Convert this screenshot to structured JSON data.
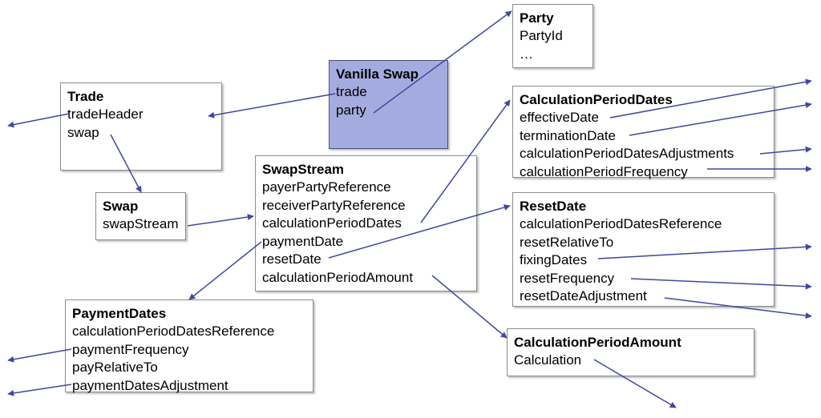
{
  "colors": {
    "arrow": "#3f48a0",
    "highlight_fill": "#a4acdf",
    "box_border": "#8c8c8c"
  },
  "boxes": {
    "party": {
      "title": "Party",
      "fields": [
        "PartyId",
        "…"
      ]
    },
    "vanilla_swap": {
      "title": "Vanilla Swap",
      "fields": [
        "trade",
        "party"
      ]
    },
    "trade": {
      "title": "Trade",
      "fields": [
        "tradeHeader",
        "swap"
      ]
    },
    "swap": {
      "title": "Swap",
      "fields": [
        "swapStream"
      ]
    },
    "swap_stream": {
      "title": "SwapStream",
      "fields": [
        "payerPartyReference",
        "receiverPartyReference",
        "calculationPeriodDates",
        "paymentDate",
        "resetDate",
        "calculationPeriodAmount"
      ]
    },
    "calculation_period_dates": {
      "title": "CalculationPeriodDates",
      "fields": [
        "effectiveDate",
        "terminationDate",
        "calculationPeriodDatesAdjustments",
        "calculationPeriodFrequency"
      ]
    },
    "reset_date": {
      "title": "ResetDate",
      "fields": [
        "calculationPeriodDatesReference",
        "resetRelativeTo",
        "fixingDates",
        "resetFrequency",
        "resetDateAdjustment"
      ]
    },
    "payment_dates": {
      "title": "PaymentDates",
      "fields": [
        "calculationPeriodDatesReference",
        "paymentFrequency",
        "payRelativeTo",
        "paymentDatesAdjustment"
      ]
    },
    "calculation_period_amount": {
      "title": "CalculationPeriodAmount",
      "fields": [
        "Calculation"
      ]
    }
  }
}
